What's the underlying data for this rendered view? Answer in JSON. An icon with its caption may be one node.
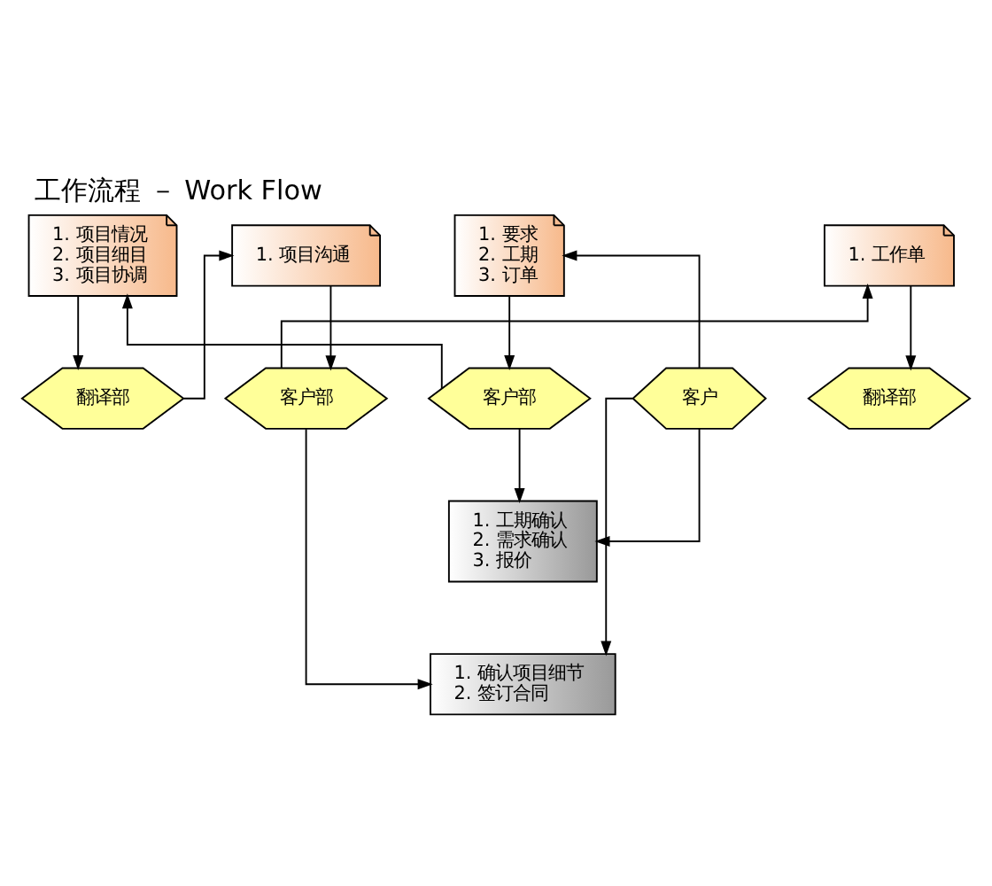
{
  "diagram": {
    "title": "工作流程 － Work Flow",
    "nodes": [
      {
        "text": [
          "客户"
        ]
      },
      {
        "text": [
          "1. 要求",
          "2. 工期",
          "3. 订单"
        ]
      },
      {
        "text": [
          "客户部"
        ]
      },
      {
        "text": [
          "1. 项目情况",
          "2. 项目细目",
          "3. 项目协调"
        ]
      },
      {
        "text": [
          "翻译部"
        ]
      },
      {
        "text": [
          "1. 项目沟通"
        ]
      },
      {
        "text": [
          "客户部"
        ]
      },
      {
        "text": [
          "1. 工作单"
        ]
      },
      {
        "text": [
          "翻译部"
        ]
      },
      {
        "text": [
          "1. 工期确认",
          "2. 需求确认",
          "3. 报价"
        ]
      },
      {
        "text": [
          "1. 确认项目细节",
          "2. 签订合同"
        ]
      }
    ],
    "edges": [
      {
        "from": 0,
        "to": 1,
        "arrow": "to"
      },
      {
        "from": 1,
        "to": 2,
        "arrow": "to"
      },
      {
        "from": 2,
        "to": 3,
        "arrow": "to"
      },
      {
        "from": 3,
        "to": 4,
        "arrow": "to"
      },
      {
        "from": 4,
        "to": 5,
        "arrow": "to"
      },
      {
        "from": 5,
        "to": 6,
        "arrow": "to"
      },
      {
        "from": 6,
        "to": 7,
        "arrow": "to"
      },
      {
        "from": 7,
        "to": 8,
        "arrow": "to"
      },
      {
        "from": 0,
        "to": 9,
        "arrow": "to"
      },
      {
        "from": 2,
        "to": 9,
        "arrow": "to"
      },
      {
        "from": 0,
        "to": 10,
        "arrow": "to"
      },
      {
        "from": 6,
        "to": 10,
        "arrow": "to"
      }
    ]
  }
}
